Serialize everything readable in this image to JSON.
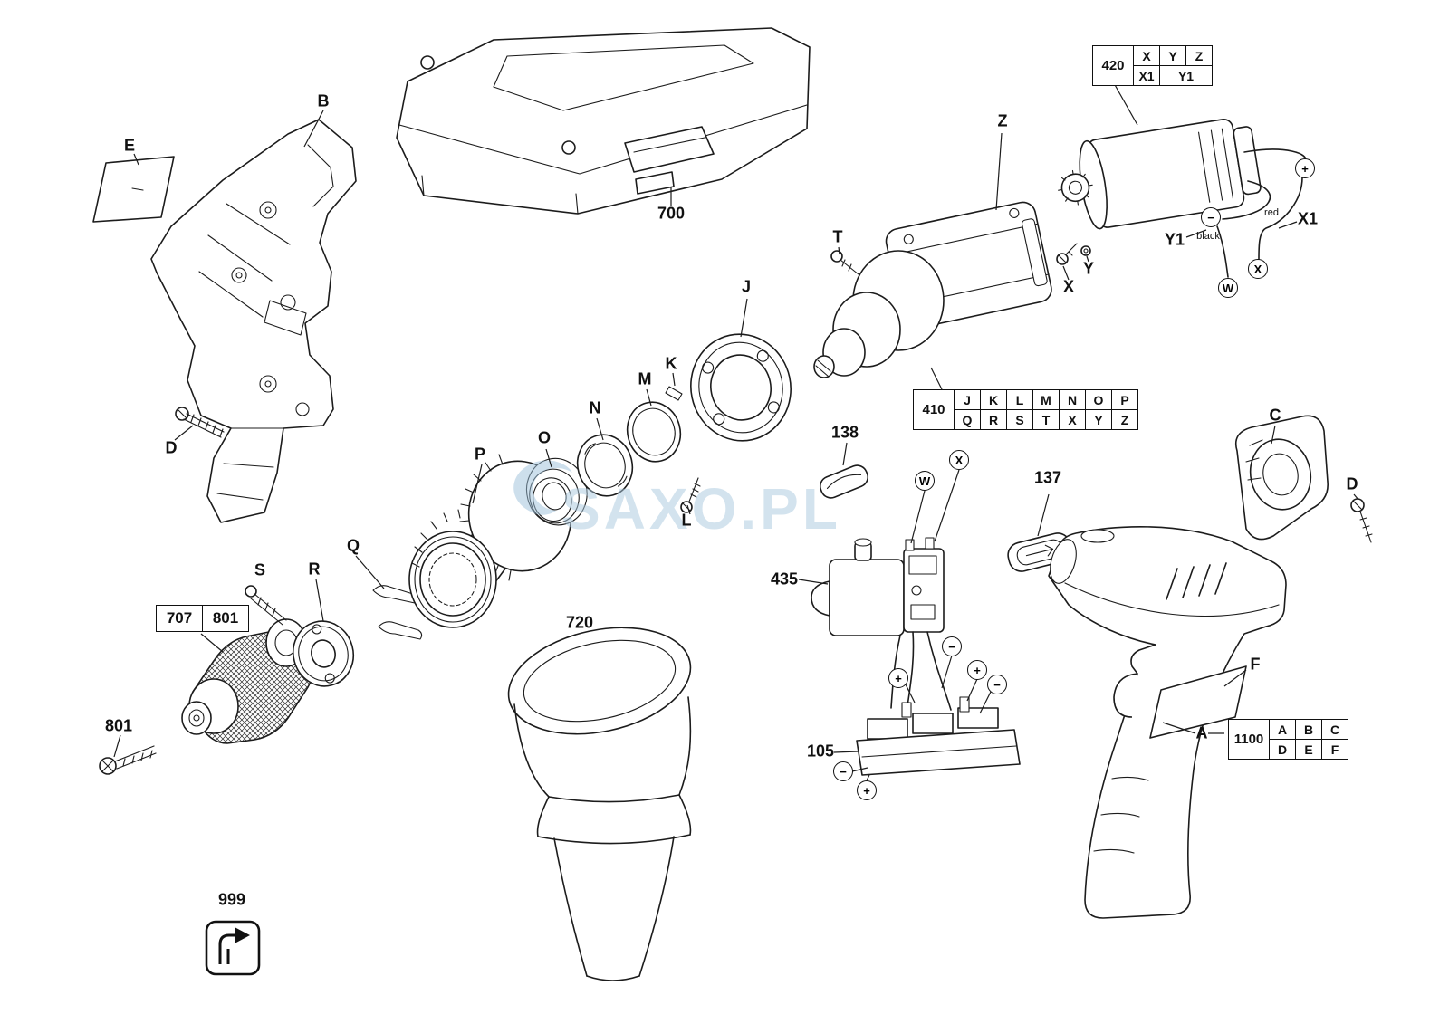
{
  "watermark": {
    "text": "SAXO.PL",
    "color": "#a9c8de"
  },
  "labels": {
    "b": "B",
    "e": "E",
    "d_left": "D",
    "s": "S",
    "r": "R",
    "q": "Q",
    "p": "P",
    "o": "O",
    "n": "N",
    "m": "M",
    "k": "K",
    "j": "J",
    "l": "L",
    "t": "T",
    "z": "Z",
    "x_motor": "X",
    "y_motor": "Y",
    "x1": "X1",
    "y1": "Y1",
    "c": "C",
    "d_right": "D",
    "f": "F",
    "a": "A"
  },
  "part_numbers": {
    "case": "700",
    "nozzle": "720",
    "button": "138",
    "switch": "435",
    "slider": "137",
    "connector": "105",
    "screw": "801",
    "recycle": "999"
  },
  "wire_labels": {
    "red": "red",
    "black": "black"
  },
  "symbols": {
    "plus": "+",
    "minus": "−",
    "w": "W",
    "x": "X"
  },
  "tables": {
    "t420": {
      "id": "420",
      "row1": [
        "X",
        "Y",
        "Z"
      ],
      "row2": [
        "X1",
        "Y1"
      ]
    },
    "t410": {
      "id": "410",
      "row1": [
        "J",
        "K",
        "L",
        "M",
        "N",
        "O",
        "P"
      ],
      "row2": [
        "Q",
        "R",
        "S",
        "T",
        "X",
        "Y",
        "Z"
      ]
    },
    "t707": {
      "cells": [
        "707",
        "801"
      ]
    },
    "t1100": {
      "id": "1100",
      "row1": [
        "A",
        "B",
        "C"
      ],
      "row2": [
        "D",
        "E",
        "F"
      ]
    }
  }
}
